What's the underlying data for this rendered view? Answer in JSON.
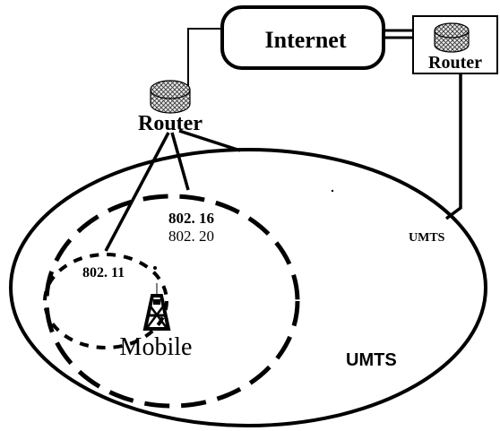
{
  "internet": {
    "label": "Internet"
  },
  "routers": {
    "left": {
      "label": "Router"
    },
    "right": {
      "label": "Router"
    }
  },
  "networks": {
    "wimax": {
      "line1": "802. 16",
      "line2": "802. 20"
    },
    "wifi": {
      "label": "802. 11"
    },
    "umts_inner": {
      "label": "UMTS"
    },
    "umts_outer": {
      "label": "UMTS"
    }
  },
  "mobile": {
    "label": "Mobile"
  }
}
